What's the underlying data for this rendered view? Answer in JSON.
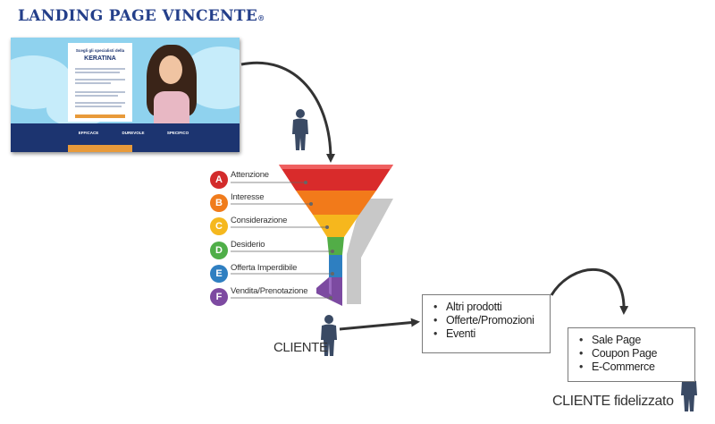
{
  "title": "LANDING PAGE VINCENTE",
  "title_mark": "®",
  "thumbnail": {
    "heading_small": "Scegli gli specialisti della",
    "heading_big": "KERATINA",
    "features": [
      "EFFICACE",
      "DUREVOLE",
      "SPECIFICO"
    ]
  },
  "funnel_steps": [
    {
      "letter": "A",
      "label": "Attenzione",
      "color": "#d32b2b"
    },
    {
      "letter": "B",
      "label": "Interesse",
      "color": "#f07c1c"
    },
    {
      "letter": "C",
      "label": "Considerazione",
      "color": "#f5b81e"
    },
    {
      "letter": "D",
      "label": "Desiderio",
      "color": "#4fae48"
    },
    {
      "letter": "E",
      "label": "Offerta Imperdibile",
      "color": "#2f7fc1"
    },
    {
      "letter": "F",
      "label": "Vendita/Prenotazione",
      "color": "#7d4aa1"
    }
  ],
  "cliente_label": "CLIENTE",
  "box1_items": [
    "Altri prodotti",
    "Offerte/Promozioni",
    "Eventi"
  ],
  "box2_items": [
    "Sale Page",
    "Coupon Page",
    "E-Commerce"
  ],
  "cliente_fidelizzato_label": "CLIENTE fidelizzato",
  "person_color": "#3a4a64",
  "arrow_color": "#333333"
}
